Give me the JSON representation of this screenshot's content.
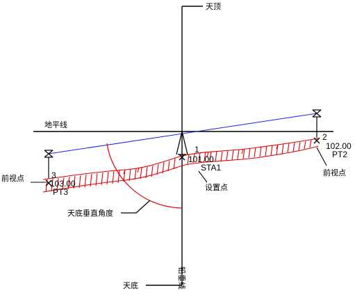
{
  "labels": {
    "zenith": "天顶",
    "nadir": "天底",
    "horizon": "地平线",
    "plumb_line": "铅垂线",
    "station_point": "设置点",
    "foresight_left": "前视点",
    "foresight_right": "前视点",
    "nadir_vertical_angle": "天底垂直角度"
  },
  "points": {
    "station": {
      "index": "1",
      "elevation": "101.00",
      "name": "STA1"
    },
    "right": {
      "index": "2",
      "elevation": "102.00",
      "name": "PT2"
    },
    "left": {
      "index": "3",
      "elevation": "103.00",
      "name": "PT3"
    }
  },
  "colors": {
    "axes": "#000000",
    "sight_line": "#1a1aff",
    "terrain": "#e00000",
    "angle_arc": "#e00000"
  }
}
